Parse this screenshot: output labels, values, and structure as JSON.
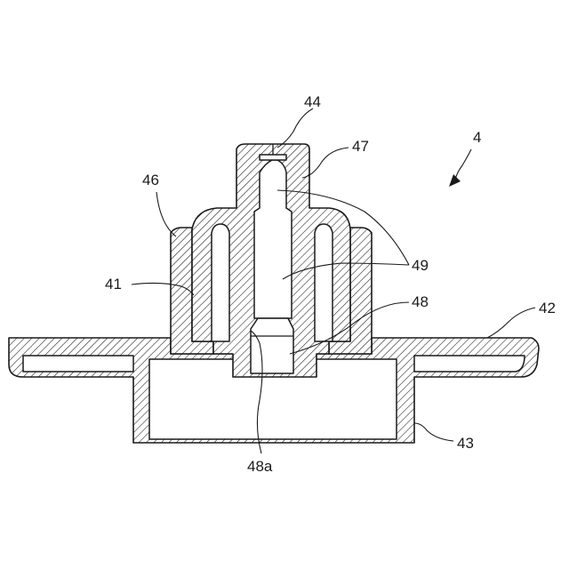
{
  "labels": {
    "l44": "44",
    "l47": "47",
    "l4": "4",
    "l46": "46",
    "l49": "49",
    "l41": "41",
    "l48": "48",
    "l42": "42",
    "l43": "43",
    "l48a": "48a"
  }
}
